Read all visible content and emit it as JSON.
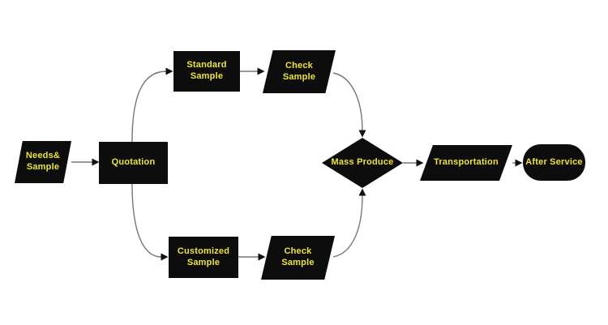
{
  "diagram": {
    "type": "flowchart",
    "colors": {
      "shape_fill": "#0d0d0d",
      "text": "#ede43b",
      "connector": "#777777",
      "arrowhead": "#111111",
      "background": "#ffffff"
    },
    "nodes": {
      "needs_sample": {
        "label": "Needs&\nSample",
        "shape": "parallelogram"
      },
      "quotation": {
        "label": "Quotation",
        "shape": "rectangle"
      },
      "standard_sample": {
        "label": "Standard\nSample",
        "shape": "rectangle"
      },
      "check_sample_top": {
        "label": "Check\nSample",
        "shape": "parallelogram"
      },
      "customized_sample": {
        "label": "Customized\nSample",
        "shape": "rectangle"
      },
      "check_sample_bottom": {
        "label": "Check\nSample",
        "shape": "parallelogram"
      },
      "mass_produce": {
        "label": "Mass Produce",
        "shape": "diamond"
      },
      "transportation": {
        "label": "Transportation",
        "shape": "parallelogram"
      },
      "after_service": {
        "label": "After Service",
        "shape": "stadium"
      }
    },
    "edges": [
      {
        "from": "needs_sample",
        "to": "quotation"
      },
      {
        "from": "quotation",
        "to": "standard_sample"
      },
      {
        "from": "standard_sample",
        "to": "check_sample_top"
      },
      {
        "from": "check_sample_top",
        "to": "mass_produce"
      },
      {
        "from": "quotation",
        "to": "customized_sample"
      },
      {
        "from": "customized_sample",
        "to": "check_sample_bottom"
      },
      {
        "from": "check_sample_bottom",
        "to": "mass_produce"
      },
      {
        "from": "mass_produce",
        "to": "transportation"
      },
      {
        "from": "transportation",
        "to": "after_service"
      }
    ]
  }
}
